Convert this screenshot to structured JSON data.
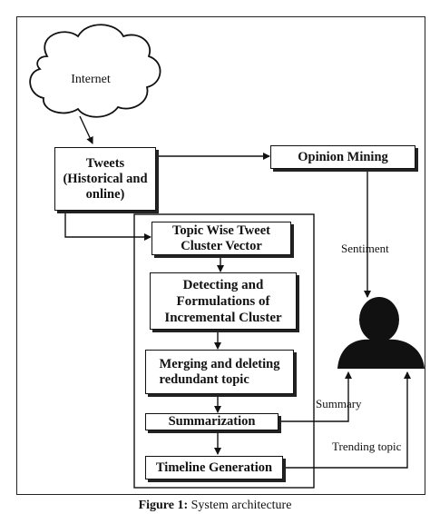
{
  "nodes": {
    "internet": "Internet",
    "tweets": "Tweets\n(Historical and\nonline)",
    "opinion_mining": "Opinion Mining",
    "topic_cluster": "Topic Wise Tweet\nCluster Vector",
    "detecting": "Detecting and\nFormulations of\nIncremental Cluster",
    "merging": "Merging and deleting\nredundant topic",
    "summarization": "Summarization",
    "timeline": "Timeline Generation"
  },
  "edge_labels": {
    "sentiment": "Sentiment",
    "summary": "Summary",
    "trending_topic": "Trending topic"
  },
  "caption": {
    "label": "Figure 1:",
    "text": "System architecture"
  },
  "icons": {
    "user": "user-silhouette-icon",
    "cloud": "cloud-icon"
  },
  "colors": {
    "stroke": "#111111",
    "background": "#ffffff"
  }
}
